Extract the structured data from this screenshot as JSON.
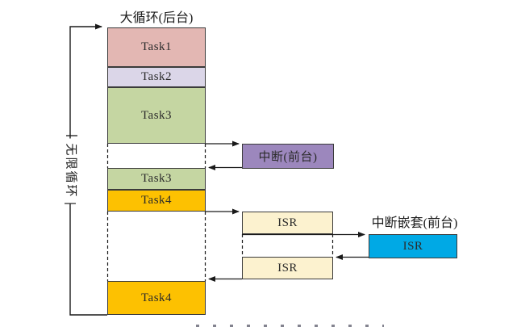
{
  "diagram": {
    "background_title": "大循环(后台)",
    "infinite_loop_label": "无限循环",
    "nested_interrupt_title": "中断嵌套(前台)",
    "main_column": {
      "segments": [
        {
          "id": "task1",
          "label": "Task1",
          "color": "#e3b7b3"
        },
        {
          "id": "task2",
          "label": "Task2",
          "color": "#dbd6e8"
        },
        {
          "id": "task3",
          "label": "Task3",
          "color": "#c5d6a2"
        },
        {
          "id": "task3-resume",
          "label": "Task3",
          "color": "#c5d6a2"
        },
        {
          "id": "task4",
          "label": "Task4",
          "color": "#fdc101"
        },
        {
          "id": "task4-resume",
          "label": "Task4",
          "color": "#fdc101"
        }
      ]
    },
    "foreground": {
      "interrupt_box": {
        "label": "中断(前台)",
        "color": "#9c87bd"
      },
      "isr_boxes": [
        {
          "label": "ISR",
          "color": "#fcf2cf"
        },
        {
          "label": "ISR",
          "color": "#fcf2cf"
        }
      ],
      "nested_isr_box": {
        "label": "ISR",
        "color": "#00a9e5"
      }
    },
    "line_color": "#1a1a1a"
  }
}
